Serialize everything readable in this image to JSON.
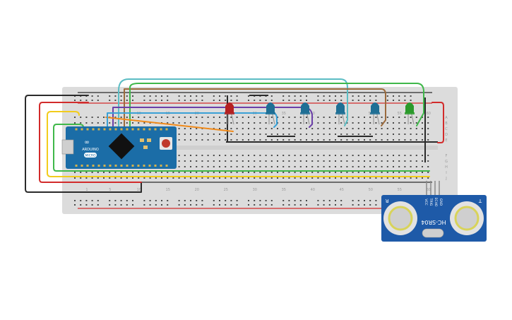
{
  "breadboard": {
    "column_numbers": [
      "1",
      "5",
      "10",
      "15",
      "20",
      "25",
      "30",
      "35",
      "40",
      "45",
      "50",
      "55",
      "60"
    ],
    "top_column_numbers": [
      "10",
      "15",
      "20",
      "25",
      "30",
      "35",
      "40",
      "45",
      "50",
      "55",
      "60"
    ],
    "row_letters_top": [
      "A",
      "B",
      "C",
      "D",
      "E"
    ],
    "row_letters_bottom": [
      "F",
      "G",
      "H",
      "I",
      "J"
    ],
    "colors": {
      "body": "#dcdcdc",
      "hole": "#4a4a4a",
      "label": "#9a9a9a"
    }
  },
  "arduino": {
    "brand": "ARDUINO",
    "model": "MICRO",
    "colors": {
      "board": "#1b6da7",
      "chip": "#111111",
      "reset": "#c0392b"
    }
  },
  "sensor": {
    "model": "HC-SR04",
    "pin_labels": [
      "VCC",
      "TRIG",
      "ECHO",
      "GND"
    ],
    "corner_left": "R",
    "corner_right": "T",
    "colors": {
      "board": "#1e5aa8",
      "transducer": "#cfcfcf",
      "mesh": "#d8d35a"
    }
  },
  "leds": [
    {
      "color": "#b52020"
    },
    {
      "color": "#1f6f95"
    },
    {
      "color": "#1f6f95"
    },
    {
      "color": "#1f6f95"
    },
    {
      "color": "#1f6f95"
    },
    {
      "color": "#2b9a2b"
    }
  ],
  "wires": {
    "black": "#2b2b2b",
    "red": "#d22b2b",
    "yellow": "#f2cc1c",
    "green": "#3fb84a",
    "teal": "#5bbdc4",
    "brown": "#9b6a3c",
    "purple": "#6b3fa8",
    "orange": "#f08a1a",
    "blue": "#3aa1d6"
  }
}
